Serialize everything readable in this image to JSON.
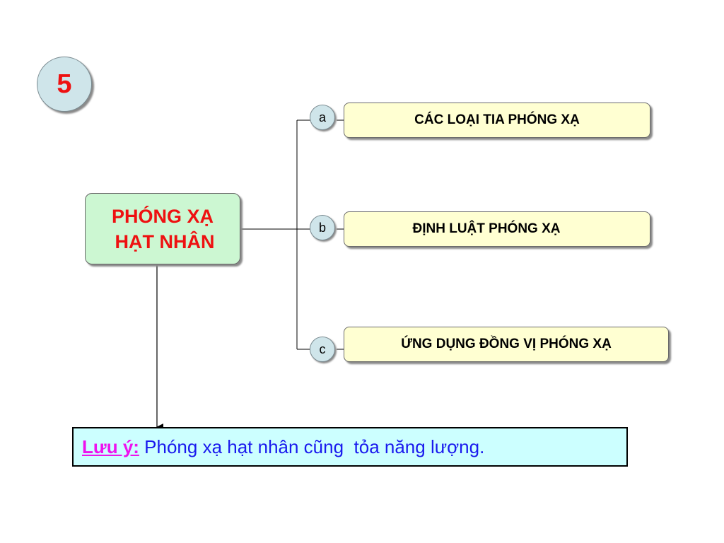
{
  "slide_number": "5",
  "main_topic": {
    "line1": "PHÓNG XẠ",
    "line2": "HẠT NHÂN"
  },
  "branches": [
    {
      "letter": "a",
      "text": "CÁC LOẠI TIA PHÓNG XẠ"
    },
    {
      "letter": "b",
      "text": "ĐỊNH LUẬT PHÓNG XẠ"
    },
    {
      "letter": "c",
      "text": "ỨNG DỤNG ĐỒNG VỊ PHÓNG XẠ"
    }
  ],
  "note": {
    "label": "Lưu ý:",
    "text": " Phóng xạ hạt nhân cũng  tỏa năng lượng."
  },
  "colors": {
    "title_red": "#ee1111",
    "main_box_fill": "#ccf7d2",
    "topic_fill": "#ffffd2",
    "circle_fill": "#cfe5ea",
    "note_fill": "#ccffff",
    "note_label": "#ee11ee",
    "note_text": "#1a1aee"
  }
}
